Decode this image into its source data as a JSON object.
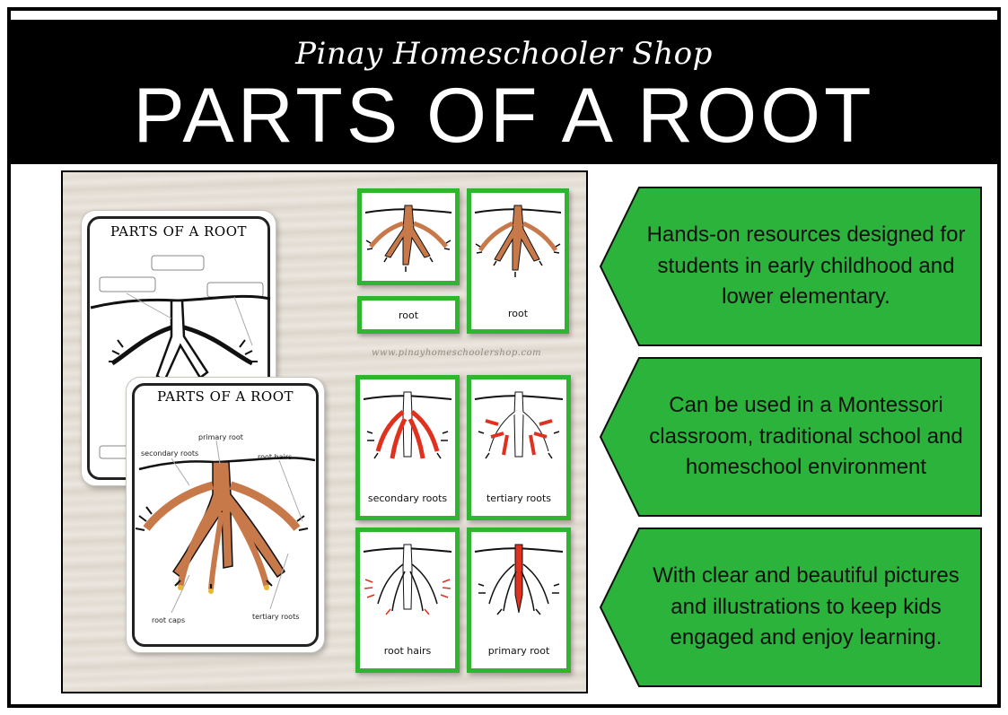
{
  "header": {
    "shop_name": "Pinay Homeschooler Shop",
    "title": "PARTS OF A ROOT"
  },
  "photo": {
    "watermark": "www.pinayhomeschoolershop.com",
    "sheet_back": {
      "title": "PARTS OF A ROOT"
    },
    "sheet_front": {
      "title": "PARTS OF A ROOT",
      "labels": {
        "primary_root": "primary root",
        "secondary_roots": "secondary roots",
        "root_hairs": "root hairs",
        "root_caps": "root caps",
        "tertiary_roots": "tertiary roots"
      }
    },
    "cards": {
      "label_only": "root",
      "root": "root",
      "secondary": "secondary roots",
      "tertiary": "tertiary roots",
      "hairs": "root hairs",
      "primary": "primary root"
    }
  },
  "features": [
    "Hands-on resources designed for students in early childhood and lower elementary.",
    "Can be used in a Montessori classroom, traditional school and homeschool environment",
    "With clear and beautiful pictures and illustrations to keep kids engaged and enjoy learning."
  ],
  "colors": {
    "banner_green": "#2bb33c",
    "card_green": "#2fb52f",
    "root_brown": "#c8794a",
    "highlight_red": "#e0301e"
  }
}
